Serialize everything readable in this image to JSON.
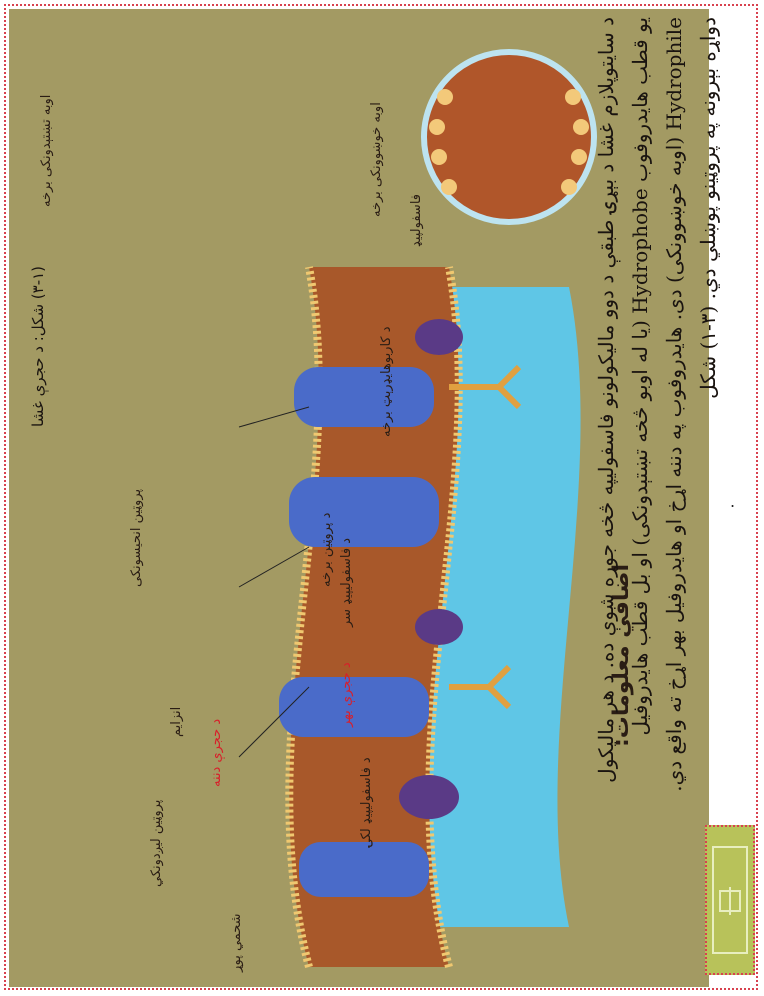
{
  "heading": "اضافي معلومات:",
  "paragraph_lines": [
    "د سايتوپلازم غشا د بېړۍ طبقې د دوو ماليکولونو فاسفولیپه څخه جوړه شوې ده. د هر ماليکول",
    "يو قطب هايدروفوب Hydrophobe (يا له اوبو څخه تښتېدونکی) او بل قطب هايدروفيل",
    "Hydrophile (اوبه خوښوونکی) دی. هايدروفوب په دننه اړخ او هايدروفيل بهر اړخ ته واقع دي.",
    "دواړه بېرونه په پروټينو پوښلي دي. (۳-۱) شکل"
  ],
  "labels": {
    "phospholipid": "فاسفولپيډ",
    "hydrophilic_part": "اوبه خوښوونکی برخه",
    "hydrophobic_part": "اوبه تښتېدونکی برخه",
    "carbohydrate_part": "د کاربوهايډرېټ برخه",
    "phospholipid_head": "د فاسفولیپیډ سر",
    "protein_part": "د پروټين برخه",
    "phospholipid_tail": "د فاسفولیپیډ لکۍ",
    "outer_membrane": "د حجرې بهر",
    "inner_membrane": "د حجرې دننه",
    "integral_protein": "پروټين انحيسونکی",
    "enzyme": "انزايم",
    "transport_protein": "پروټين ليږدونکي",
    "lipid_layer": "شحمي پوړ"
  },
  "caption": "(۳-۱) شکل: د حجرې غشا",
  "colors": {
    "panel": "#a39a63",
    "border": "#d8414f",
    "water": "#5fc6e6",
    "protein": "#4a6bc9",
    "enzyme": "#5a3a86",
    "lipid": "#c88a3a",
    "red_label": "#d81f2a"
  },
  "icons": {
    "corner": "book-icon"
  }
}
